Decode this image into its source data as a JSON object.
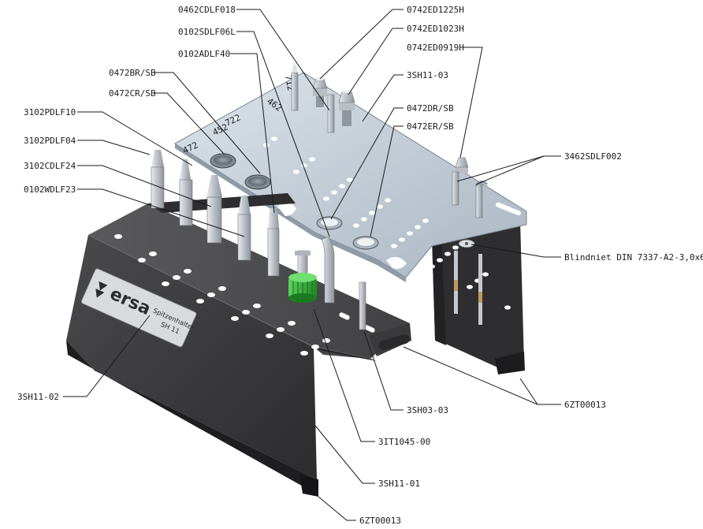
{
  "labels": {
    "l_0462CDLF018": "0462CDLF018",
    "l_0102SDLF06L": "0102SDLF06L",
    "l_0102ADLF40": "0102ADLF40",
    "l_0472BR_SB": "0472BR/SB",
    "l_0472CR_SB": "0472CR/SB",
    "l_3102PDLF10": "3102PDLF10",
    "l_3102PDLF04": "3102PDLF04",
    "l_3102CDLF24": "3102CDLF24",
    "l_0102WDLF23": "0102WDLF23",
    "l_3SH11_02": "3SH11-02",
    "l_0742ED1225H": "0742ED1225H",
    "l_0742ED1023H": "0742ED1023H",
    "l_0742ED0919H": "0742ED0919H",
    "l_3SH11_03": "3SH11-03",
    "l_0472DR_SB": "0472DR/SB",
    "l_0472ER_SB": "0472ER/SB",
    "l_3462SDLF002": "3462SDLF002",
    "l_blindniet": "Blindniet DIN 7337-A2-3,0x6",
    "l_6ZT00013_right": "6ZT00013",
    "l_3SH03_03": "3SH03-03",
    "l_3IT1045_00": "3IT1045-00",
    "l_3SH11_01": "3SH11-01",
    "l_6ZT00013_bottom": "6ZT00013"
  },
  "plate_marks": {
    "m462": "462",
    "m722": "722",
    "m452": "452",
    "m472": "472",
    "m712": "712"
  },
  "brand": {
    "logo": "ersa",
    "product_line1": "Spitzenhalter",
    "product_line2": "SH 11"
  },
  "colors": {
    "base": "#3b3b3d",
    "plate": "#c3ccd6",
    "nut": "#35b53a"
  }
}
